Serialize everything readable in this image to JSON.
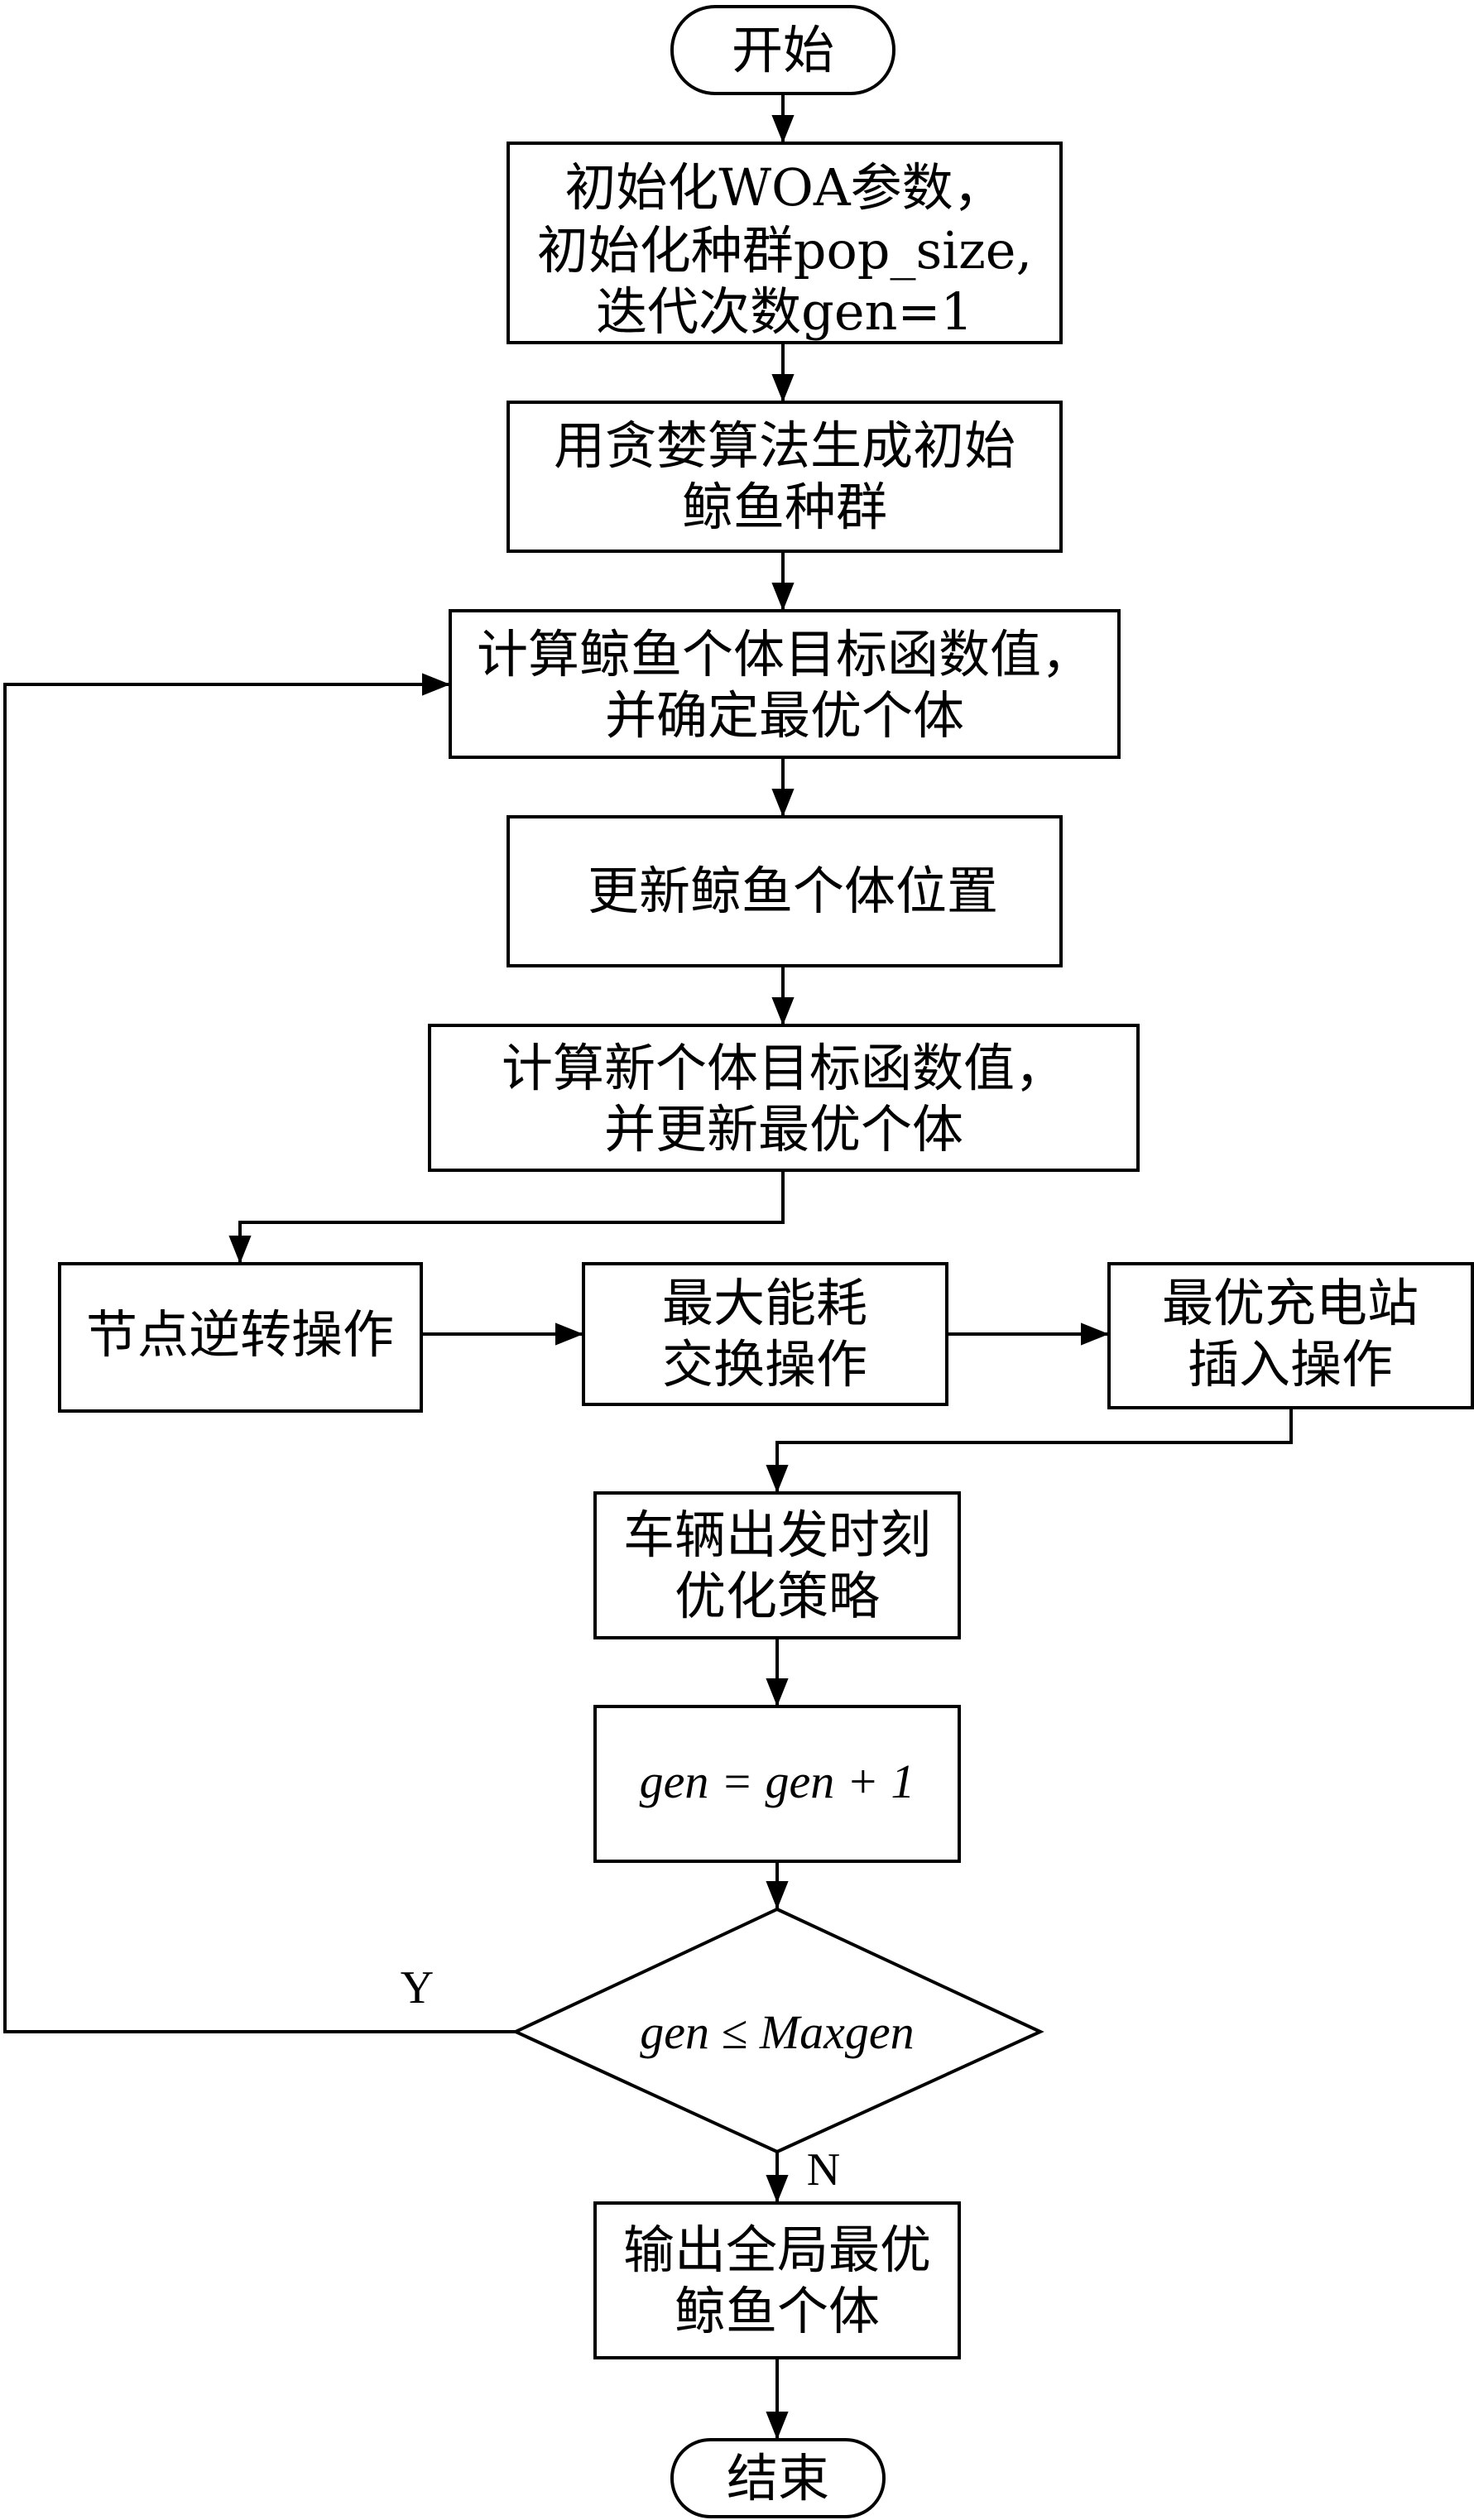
{
  "flowchart": {
    "start": {
      "label": "开始"
    },
    "init": {
      "lines": [
        "初始化WOA参数，",
        "初始化种群pop_size,",
        "迭代次数gen=1"
      ]
    },
    "greedy": {
      "lines": [
        "用贪婪算法生成初始",
        "鲸鱼种群"
      ]
    },
    "evaluate": {
      "lines": [
        "计算鲸鱼个体目标函数值，",
        "并确定最优个体"
      ]
    },
    "update_position": {
      "lines": [
        "更新鲸鱼个体位置"
      ]
    },
    "evaluate_new": {
      "lines": [
        "计算新个体目标函数值，",
        "并更新最优个体"
      ]
    },
    "node_reversal": {
      "lines": [
        "节点逆转操作"
      ]
    },
    "max_energy_swap": {
      "lines": [
        "最大能耗",
        "交换操作"
      ]
    },
    "station_insert": {
      "lines": [
        "最优充电站",
        "插入操作"
      ]
    },
    "departure_opt": {
      "lines": [
        "车辆出发时刻",
        "优化策略"
      ]
    },
    "increment": {
      "label": "gen = gen + 1"
    },
    "decision": {
      "label": "gen ≤ Maxgen",
      "yes_label": "Y",
      "no_label": "N"
    },
    "output": {
      "lines": [
        "输出全局最优",
        "鲸鱼个体"
      ]
    },
    "end": {
      "label": "结束"
    }
  }
}
